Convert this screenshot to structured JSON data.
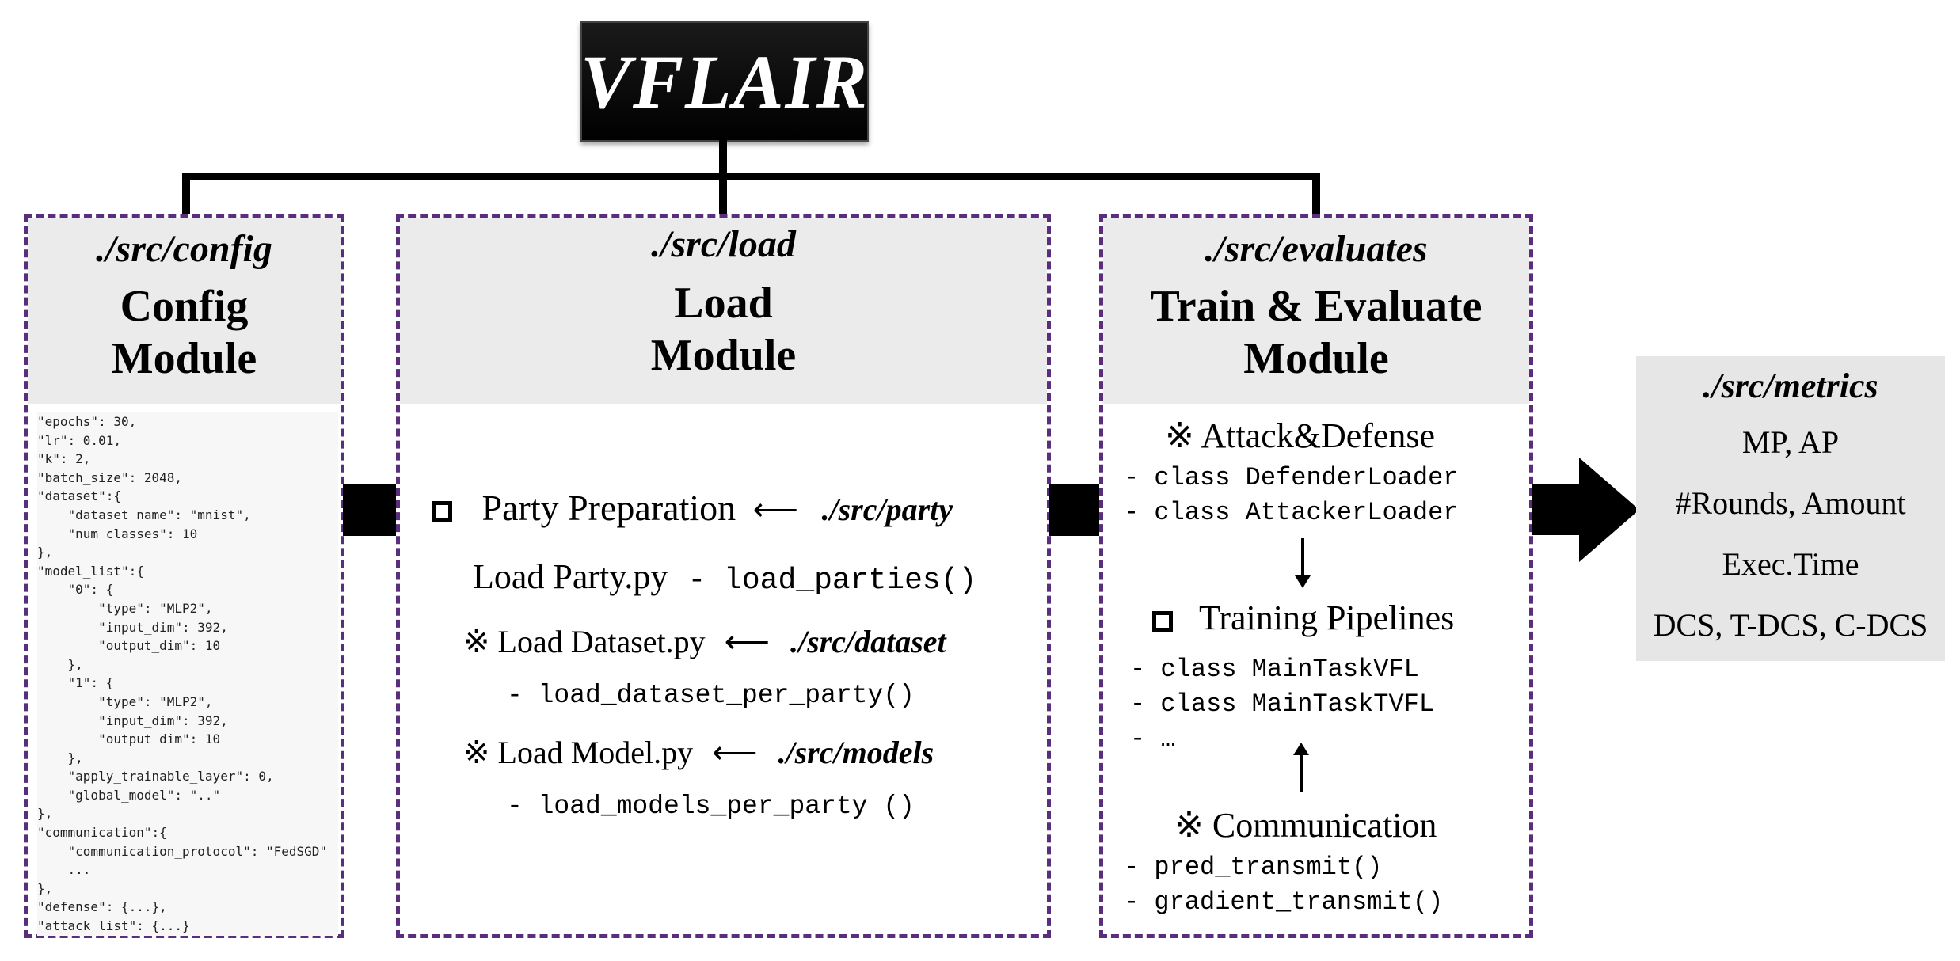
{
  "title": "VFLAIR",
  "config_module": {
    "path": "./src/config",
    "name_line1": "Config",
    "name_line2": "Module",
    "code": "\"epochs\": 30,\n\"lr\": 0.01,\n\"k\": 2,\n\"batch_size\": 2048,\n\"dataset\":{\n    \"dataset_name\": \"mnist\",\n    \"num_classes\": 10\n},\n\"model_list\":{\n    \"0\": {\n        \"type\": \"MLP2\",\n        \"input_dim\": 392,\n        \"output_dim\": 10\n    },\n    \"1\": {\n        \"type\": \"MLP2\",\n        \"input_dim\": 392,\n        \"output_dim\": 10\n    },\n    \"apply_trainable_layer\": 0,\n    \"global_model\": \"..\"\n},\n\"communication\":{\n    \"communication_protocol\": \"FedSGD\"\n    ...\n},\n\"defense\": {...},\n\"attack_list\": {...}"
  },
  "load_module": {
    "path": "./src/load",
    "name_line1": "Load",
    "name_line2": "Module",
    "party_prep": "Party Preparation",
    "party_path": "./src/party",
    "load_party_file": "Load Party.py",
    "load_party_func": "- load_parties()",
    "dataset_file": "※ Load Dataset.py",
    "dataset_path": "./src/dataset",
    "dataset_func": "- load_dataset_per_party()",
    "model_file": "※ Load Model.py",
    "model_path": "./src/models",
    "model_func": "- load_models_per_party ()"
  },
  "evaluate_module": {
    "path": "./src/evaluates",
    "name_line1": "Train & Evaluate",
    "name_line2": "Module",
    "attack_defense": "※ Attack&Defense",
    "defender": "- class DefenderLoader",
    "attacker": "- class AttackerLoader",
    "training": "Training Pipelines",
    "task1": "- class MainTaskVFL",
    "task2": "- class MainTaskTVFL",
    "task3": "- …",
    "communication": "※ Communication",
    "comm1": "- pred_transmit()",
    "comm2": "- gradient_transmit()"
  },
  "metrics": {
    "path": "./src/metrics",
    "items": [
      "MP, AP",
      "#Rounds, Amount",
      "Exec.Time",
      "DCS, T-DCS, C-DCS"
    ]
  },
  "colors": {
    "dashed_border": "#5b2d7d",
    "header_bg": "#ebebeb",
    "metrics_bg": "#e6e6e6"
  }
}
